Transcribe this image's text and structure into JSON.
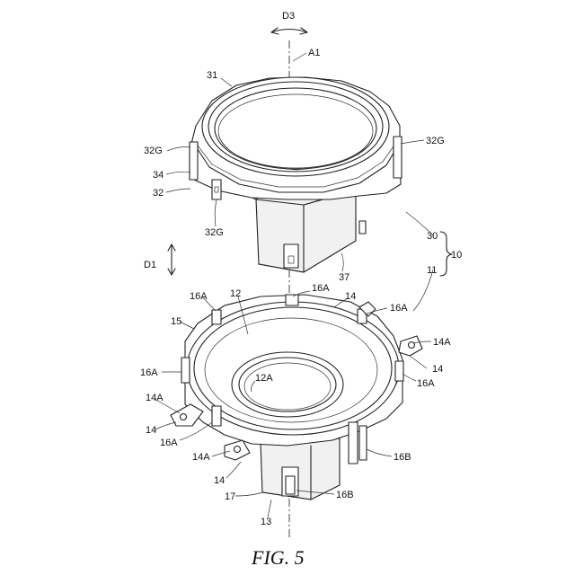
{
  "figure": {
    "caption": "FIG. 5",
    "labels": {
      "D3": "D3",
      "A1": "A1",
      "n31": "31",
      "n32G_left": "32G",
      "n32G_right": "32G",
      "n34": "34",
      "n32": "32",
      "n32G_bottom": "32G",
      "n30": "30",
      "n10": "10",
      "n11": "11",
      "D1": "D1",
      "n37": "37",
      "n16A_top_left": "16A",
      "n12": "12",
      "n16A_top": "16A",
      "n14_top": "14",
      "n16A_right": "16A",
      "n15": "15",
      "n14A_right": "14A",
      "n14_right": "14",
      "n16A_left": "16A",
      "n16A_right_low": "16A",
      "n12A": "12A",
      "n14A_left": "14A",
      "n14_left": "14",
      "n16A_lower_left": "16A",
      "n14A_bottom": "14A",
      "n14_bottom": "14",
      "n16B_right": "16B",
      "n17": "17",
      "n16B_bottom": "16B",
      "n13": "13"
    }
  }
}
